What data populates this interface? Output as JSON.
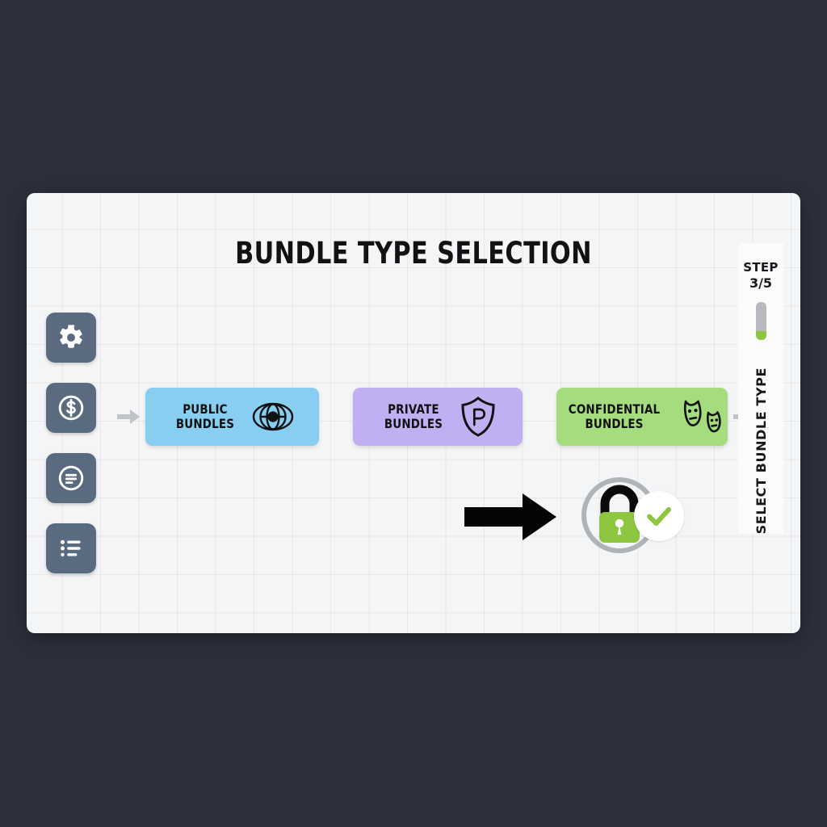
{
  "page": {
    "title": "BUNDLE TYPE SELECTION",
    "background_color": "#2b303b",
    "panel_color": "#f4f5f6"
  },
  "sidebar": {
    "items": [
      {
        "icon": "gear-icon",
        "name": "settings"
      },
      {
        "icon": "dollar-circle-icon",
        "name": "pricing"
      },
      {
        "icon": "document-circle-icon",
        "name": "documents"
      },
      {
        "icon": "list-icon",
        "name": "list"
      }
    ],
    "button_color": "#5a6b80"
  },
  "flow": {
    "cards": [
      {
        "label": "PUBLIC\nBUNDLES",
        "color": "#87cef0",
        "icon": "globe-eye-icon",
        "id": "public-bundles"
      },
      {
        "label": "PRIVATE\nBUNDLES",
        "color": "#c0b0f2",
        "icon": "shield-p-icon",
        "id": "private-bundles"
      },
      {
        "label": "CONFIDENTIAL\nBUNDLES",
        "color": "#a5dc7e",
        "icon": "theater-masks-icon",
        "id": "confidential-bundles"
      }
    ],
    "connector_color": "#c0c3c8"
  },
  "step_indicator": {
    "word": "STEP",
    "fraction": "3/5",
    "current": 3,
    "total": 5,
    "vertical_label": "SELECT BUNDLE TYPE",
    "track_color": "#b6b9be",
    "fill_color": "#8dc63f",
    "fill_percent": 22
  },
  "annotation": {
    "pointer_icon": "right-arrow-pointer-icon",
    "lock_icon": "padlock-locked-icon",
    "lock_body_color": "#8dc63f",
    "ring_color": "#b0b3b8",
    "check_icon": "check-circle-icon",
    "check_color": "#8dc63f"
  }
}
